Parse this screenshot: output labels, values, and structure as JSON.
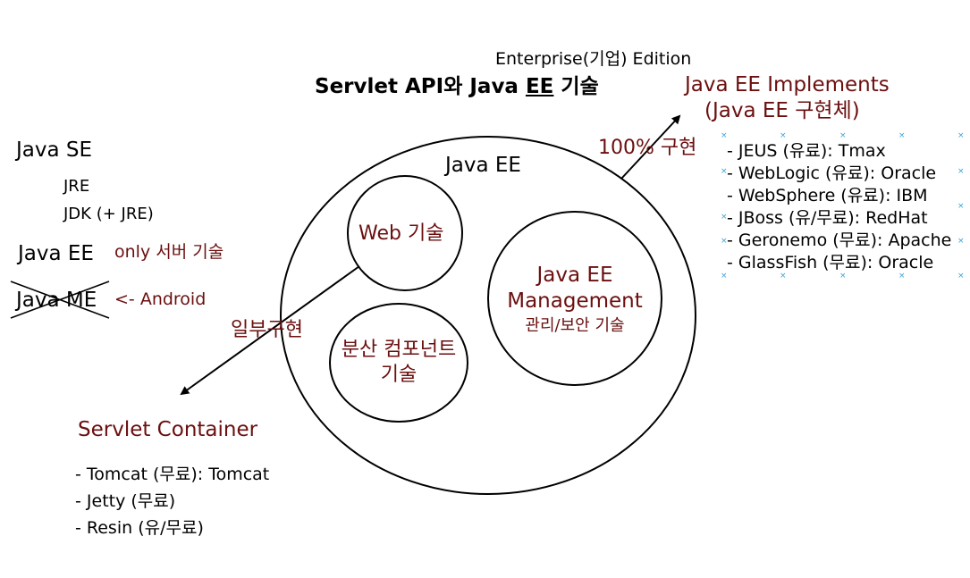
{
  "title": {
    "subtitle": "Enterprise(기업) Edition",
    "main_pre": "Servlet API와 Java ",
    "main_ee": "EE",
    "main_post": " 기술"
  },
  "left": {
    "se_label": "Java SE",
    "jre": "JRE",
    "jdk": "JDK (+ JRE)",
    "ee_label": "Java EE",
    "ee_note": "only 서버 기술",
    "me_label": "Java ME",
    "me_note": "<- Android"
  },
  "center": {
    "outer_label": "Java EE",
    "web_label": "Web 기술",
    "dist_line1": "분산 컴포넌트",
    "dist_line2": "기술",
    "mgmt_line1": "Java EE",
    "mgmt_line2": "Management",
    "mgmt_line3": "관리/보안 기술"
  },
  "arrows": {
    "full_label": "100% 구현",
    "partial_label": "일부구현"
  },
  "implements": {
    "title_line1": "Java EE Implements",
    "title_line2": "(Java EE 구현체)",
    "items": [
      "- JEUS (유료): Tmax",
      "- WebLogic (유료): Oracle",
      "- WebSphere (유료): IBM",
      "- JBoss (유/무료): RedHat",
      "- Geronemo (무료): Apache",
      "- GlassFish (무료): Oracle"
    ]
  },
  "container": {
    "title": "Servlet Container",
    "items": [
      "- Tomcat (무료): Tomcat",
      "- Jetty (무료)",
      "- Resin (유/무료)"
    ]
  }
}
